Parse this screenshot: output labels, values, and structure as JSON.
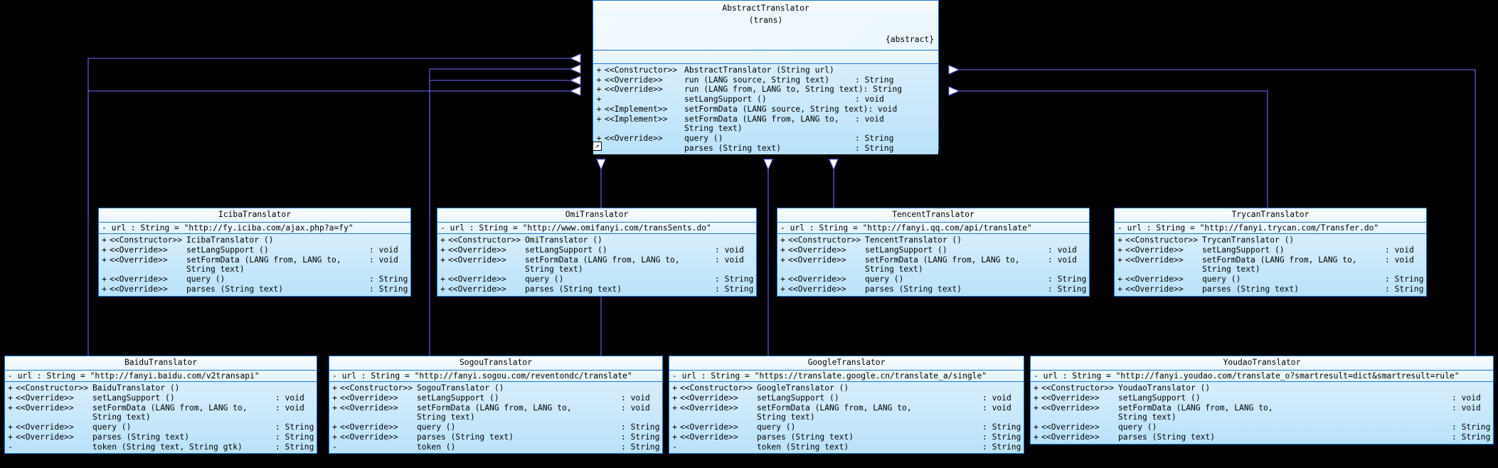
{
  "diagram": {
    "kind": "uml-class-diagram",
    "background_color": "#000000",
    "box_border_color": "#1878d8",
    "box_fill_color": "#c9e8fb",
    "connector_color": "#6a6aff",
    "arrowhead": "hollow-triangle-generalization"
  },
  "abstract_class": {
    "name": "AbstractTranslator",
    "package": "(trans)",
    "modifier": "{abstract}",
    "attributes": [],
    "operations": [
      {
        "vis": "+",
        "stereo": "<<Constructor>>",
        "sig": "AbstractTranslator (String url)",
        "ret": ""
      },
      {
        "vis": "+",
        "stereo": "<<Override>>",
        "sig": "run (LANG source, String text)",
        "ret": ": String"
      },
      {
        "vis": "+",
        "stereo": "<<Override>>",
        "sig": "run (LANG from, LANG to, String text)",
        "ret": ": String"
      },
      {
        "vis": "+",
        "stereo": "",
        "sig": "setLangSupport ()",
        "ret": ": void"
      },
      {
        "vis": "+",
        "stereo": "<<Implement>>",
        "sig": "setFormData (LANG source, String text)",
        "ret": ": void"
      },
      {
        "vis": "+",
        "stereo": "<<Implement>>",
        "sig": "setFormData (LANG from, LANG to,",
        "ret": ": void"
      },
      {
        "vis": "",
        "stereo": "",
        "sig": "String text)",
        "ret": ""
      },
      {
        "vis": "+",
        "stereo": "<<Override>>",
        "sig": "query ()",
        "ret": ": String"
      },
      {
        "vis": "+",
        "stereo": "",
        "sig": "parses (String text)",
        "ret": ": String"
      }
    ]
  },
  "subclasses": [
    {
      "id": "iciba",
      "name": "IcibaTranslator",
      "attribute": "-  url  : String   = \"http://fy.iciba.com/ajax.php?a=fy\"",
      "operations": [
        {
          "vis": "+",
          "stereo": "<<Constructor>>",
          "sig": "IcibaTranslator ()",
          "ret": ""
        },
        {
          "vis": "+",
          "stereo": "<<Override>>",
          "sig": "setLangSupport ()",
          "ret": ": void"
        },
        {
          "vis": "+",
          "stereo": "<<Override>>",
          "sig": "setFormData (LANG from, LANG to,",
          "ret": ": void"
        },
        {
          "vis": "",
          "stereo": "",
          "sig": "String text)",
          "ret": ""
        },
        {
          "vis": "+",
          "stereo": "<<Override>>",
          "sig": "query ()",
          "ret": ": String"
        },
        {
          "vis": "+",
          "stereo": "<<Override>>",
          "sig": "parses (String text)",
          "ret": ": String"
        }
      ]
    },
    {
      "id": "omi",
      "name": "OmiTranslator",
      "attribute": "-  url  : String   = \"http://www.omifanyi.com/transSents.do\"",
      "operations": [
        {
          "vis": "+",
          "stereo": "<<Constructor>>",
          "sig": "OmiTranslator ()",
          "ret": ""
        },
        {
          "vis": "+",
          "stereo": "<<Override>>",
          "sig": "setLangSupport ()",
          "ret": ": void"
        },
        {
          "vis": "+",
          "stereo": "<<Override>>",
          "sig": "setFormData (LANG from, LANG to,",
          "ret": ": void"
        },
        {
          "vis": "",
          "stereo": "",
          "sig": "String text)",
          "ret": ""
        },
        {
          "vis": "+",
          "stereo": "<<Override>>",
          "sig": "query ()",
          "ret": ": String"
        },
        {
          "vis": "+",
          "stereo": "<<Override>>",
          "sig": "parses (String text)",
          "ret": ": String"
        }
      ]
    },
    {
      "id": "tencent",
      "name": "TencentTranslator",
      "attribute": "-  url  : String   = \"http://fanyi.qq.com/api/translate\"",
      "operations": [
        {
          "vis": "+",
          "stereo": "<<Constructor>>",
          "sig": "TencentTranslator ()",
          "ret": ""
        },
        {
          "vis": "+",
          "stereo": "<<Override>>",
          "sig": "setLangSupport ()",
          "ret": ": void"
        },
        {
          "vis": "+",
          "stereo": "<<Override>>",
          "sig": "setFormData (LANG from, LANG to,",
          "ret": ": void"
        },
        {
          "vis": "",
          "stereo": "",
          "sig": "String text)",
          "ret": ""
        },
        {
          "vis": "+",
          "stereo": "<<Override>>",
          "sig": "query ()",
          "ret": ": String"
        },
        {
          "vis": "+",
          "stereo": "<<Override>>",
          "sig": "parses (String text)",
          "ret": ": String"
        }
      ]
    },
    {
      "id": "trycan",
      "name": "TrycanTranslator",
      "attribute": "-  url  : String   = \"http://fanyi.trycan.com/Transfer.do\"",
      "operations": [
        {
          "vis": "+",
          "stereo": "<<Constructor>>",
          "sig": "TrycanTranslator ()",
          "ret": ""
        },
        {
          "vis": "+",
          "stereo": "<<Override>>",
          "sig": "setLangSupport ()",
          "ret": ": void"
        },
        {
          "vis": "+",
          "stereo": "<<Override>>",
          "sig": "setFormData (LANG from, LANG to,",
          "ret": ": void"
        },
        {
          "vis": "",
          "stereo": "",
          "sig": "String text)",
          "ret": ""
        },
        {
          "vis": "+",
          "stereo": "<<Override>>",
          "sig": "query ()",
          "ret": ": String"
        },
        {
          "vis": "+",
          "stereo": "<<Override>>",
          "sig": "parses (String text)",
          "ret": ": String"
        }
      ]
    },
    {
      "id": "baidu",
      "name": "BaiduTranslator",
      "attribute": "-  url  : String   = \"http://fanyi.baidu.com/v2transapi\"",
      "operations": [
        {
          "vis": "+",
          "stereo": "<<Constructor>>",
          "sig": "BaiduTranslator ()",
          "ret": ""
        },
        {
          "vis": "+",
          "stereo": "<<Override>>",
          "sig": "setLangSupport ()",
          "ret": ": void"
        },
        {
          "vis": "+",
          "stereo": "<<Override>>",
          "sig": "setFormData (LANG from, LANG to,",
          "ret": ": void"
        },
        {
          "vis": "",
          "stereo": "",
          "sig": "String text)",
          "ret": ""
        },
        {
          "vis": "+",
          "stereo": "<<Override>>",
          "sig": "query ()",
          "ret": ": String"
        },
        {
          "vis": "+",
          "stereo": "<<Override>>",
          "sig": "parses (String text)",
          "ret": ": String"
        },
        {
          "vis": "-",
          "stereo": "",
          "sig": "token (String text, String gtk)",
          "ret": ": String"
        }
      ]
    },
    {
      "id": "sogou",
      "name": "SogouTranslator",
      "attribute": "-  url  : String   = \"http://fanyi.sogou.com/reventondc/translate\"",
      "operations": [
        {
          "vis": "+",
          "stereo": "<<Constructor>>",
          "sig": "SogouTranslator ()",
          "ret": ""
        },
        {
          "vis": "+",
          "stereo": "<<Override>>",
          "sig": "setLangSupport ()",
          "ret": ": void"
        },
        {
          "vis": "+",
          "stereo": "<<Override>>",
          "sig": "setFormData (LANG from, LANG to,",
          "ret": ": void"
        },
        {
          "vis": "",
          "stereo": "",
          "sig": "String text)",
          "ret": ""
        },
        {
          "vis": "+",
          "stereo": "<<Override>>",
          "sig": "query ()",
          "ret": ": String"
        },
        {
          "vis": "+",
          "stereo": "<<Override>>",
          "sig": "parses (String text)",
          "ret": ": String"
        },
        {
          "vis": "-",
          "stereo": "",
          "sig": "token ()",
          "ret": ": String"
        }
      ]
    },
    {
      "id": "google",
      "name": "GoogleTranslator",
      "attribute": "-  url  : String   = \"https://translate.google.cn/translate_a/single\"",
      "operations": [
        {
          "vis": "+",
          "stereo": "<<Constructor>>",
          "sig": "GoogleTranslator ()",
          "ret": ""
        },
        {
          "vis": "+",
          "stereo": "<<Override>>",
          "sig": "setLangSupport ()",
          "ret": ": void"
        },
        {
          "vis": "+",
          "stereo": "<<Override>>",
          "sig": "setFormData (LANG from, LANG to,",
          "ret": ": void"
        },
        {
          "vis": "",
          "stereo": "",
          "sig": "String text)",
          "ret": ""
        },
        {
          "vis": "+",
          "stereo": "<<Override>>",
          "sig": "query ()",
          "ret": ": String"
        },
        {
          "vis": "+",
          "stereo": "<<Override>>",
          "sig": "parses (String text)",
          "ret": ": String"
        },
        {
          "vis": "-",
          "stereo": "",
          "sig": "token (String text)",
          "ret": ": String"
        }
      ]
    },
    {
      "id": "youdao",
      "name": "YoudaoTranslator",
      "attribute": "-  url  : String   = \"http://fanyi.youdao.com/translate_o?smartresult=dict&smartresult=rule\"",
      "operations": [
        {
          "vis": "+",
          "stereo": "<<Constructor>>",
          "sig": "YoudaoTranslator ()",
          "ret": ""
        },
        {
          "vis": "+",
          "stereo": "<<Override>>",
          "sig": "setLangSupport ()",
          "ret": ": void"
        },
        {
          "vis": "+",
          "stereo": "<<Override>>",
          "sig": "setFormData (LANG from, LANG to,",
          "ret": ": void"
        },
        {
          "vis": "",
          "stereo": "",
          "sig": "String text)",
          "ret": ""
        },
        {
          "vis": "+",
          "stereo": "<<Override>>",
          "sig": "query ()",
          "ret": ": String"
        },
        {
          "vis": "+",
          "stereo": "<<Override>>",
          "sig": "parses (String text)",
          "ret": ": String"
        }
      ]
    }
  ],
  "handles": {
    "expand_glyph": "↗"
  }
}
